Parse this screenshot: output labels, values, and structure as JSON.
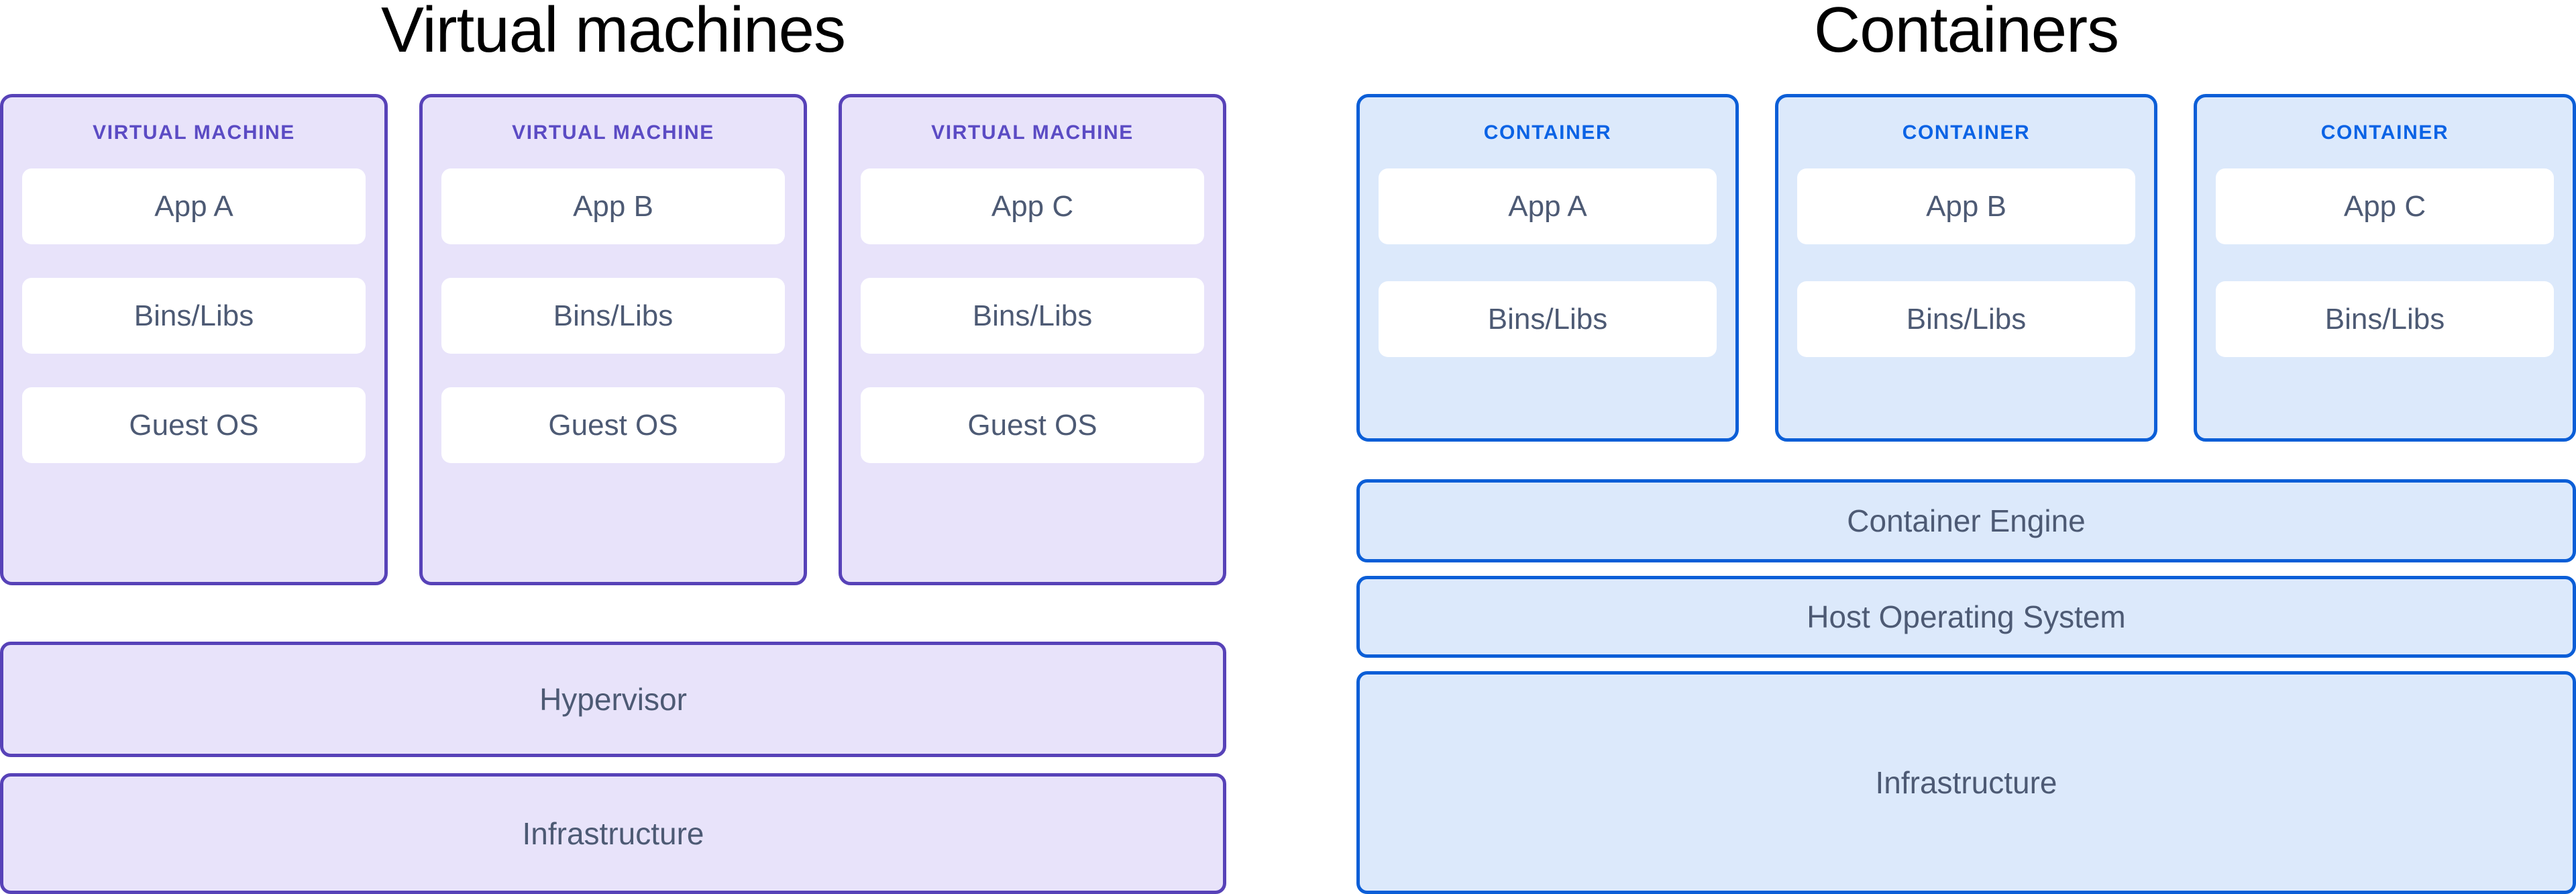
{
  "diagram": {
    "title_left": "Virtual machines",
    "title_right": "Containers"
  },
  "virtual_machines": {
    "heading": "Virtual machines",
    "cards": [
      {
        "label": "VIRTUAL MACHINE",
        "layers": [
          "App A",
          "Bins/Libs",
          "Guest OS"
        ]
      },
      {
        "label": "VIRTUAL MACHINE",
        "layers": [
          "App B",
          "Bins/Libs",
          "Guest OS"
        ]
      },
      {
        "label": "VIRTUAL MACHINE",
        "layers": [
          "App C",
          "Bins/Libs",
          "Guest OS"
        ]
      }
    ],
    "base_layers": [
      "Hypervisor",
      "Infrastructure"
    ],
    "colors": {
      "card_fill": "#e8e3fa",
      "card_border": "#5742b8",
      "label_text": "#5b4bc4",
      "slab_fill": "#ffffff",
      "slab_text": "#4d5a74"
    }
  },
  "containers": {
    "heading": "Containers",
    "cards": [
      {
        "label": "CONTAINER",
        "layers": [
          "App A",
          "Bins/Libs"
        ]
      },
      {
        "label": "CONTAINER",
        "layers": [
          "App B",
          "Bins/Libs"
        ]
      },
      {
        "label": "CONTAINER",
        "layers": [
          "App C",
          "Bins/Libs"
        ]
      }
    ],
    "base_layers": [
      "Container Engine",
      "Host Operating System",
      "Infrastructure"
    ],
    "colors": {
      "card_fill": "#dce9fb",
      "card_border": "#0b5ed7",
      "label_text": "#0b63e5",
      "slab_fill": "#ffffff",
      "slab_text": "#4d5a74"
    }
  }
}
